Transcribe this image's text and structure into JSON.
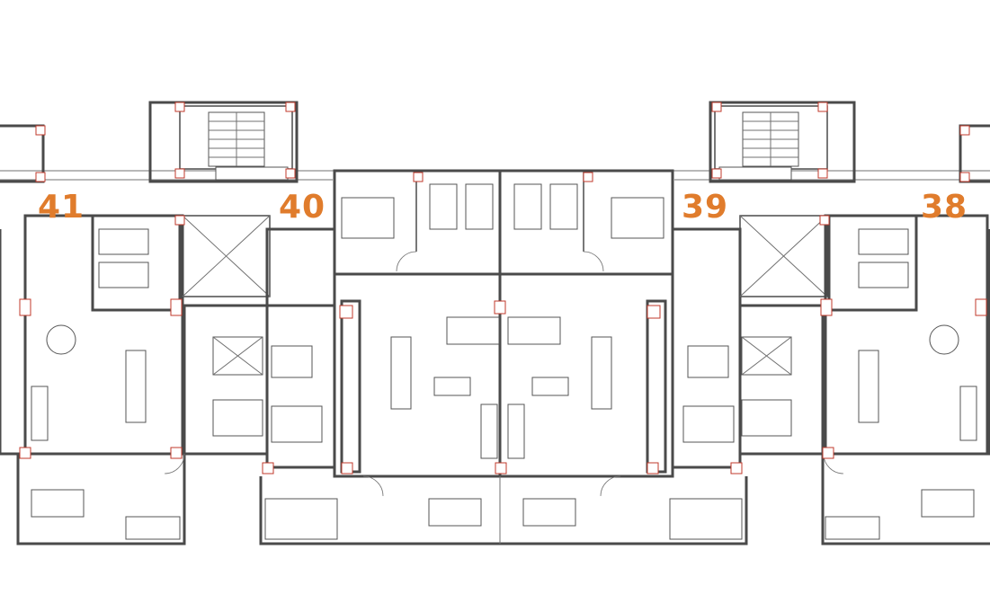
{
  "plan": {
    "units": [
      {
        "id": "unit-41",
        "label": "41"
      },
      {
        "id": "unit-40",
        "label": "40"
      },
      {
        "id": "unit-39",
        "label": "39"
      },
      {
        "id": "unit-38",
        "label": "38"
      }
    ]
  },
  "colors": {
    "label": "#e07c2c",
    "wall": "#4a4a4a",
    "column_outline": "#c0392b",
    "background": "#ffffff"
  }
}
